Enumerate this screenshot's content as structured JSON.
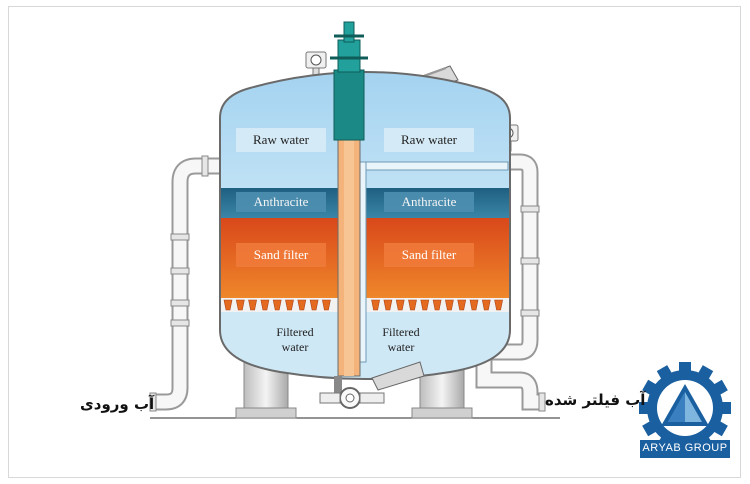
{
  "labels": {
    "raw_water_left": "Raw water",
    "raw_water_right": "Raw water",
    "anthracite_left": "Anthracite",
    "anthracite_right": "Anthracite",
    "sand_left": "Sand filter",
    "sand_right": "Sand filter",
    "filtered_left_1": "Filtered",
    "filtered_left_2": "water",
    "filtered_right_1": "Filtered",
    "filtered_right_2": "water",
    "inlet": "آب ورودی",
    "outlet": "آب فیلتر شده"
  },
  "logo": {
    "name": "ARYAB GROUP"
  },
  "colors": {
    "raw_water": "#aed8f0",
    "anthracite": "#2e6e8e",
    "sand": "#e55a1c",
    "filtered": "#cfe8f6",
    "pipe": "#f2f2f2",
    "column": "#1b8a86",
    "logo_blue": "#1a5fa0"
  }
}
